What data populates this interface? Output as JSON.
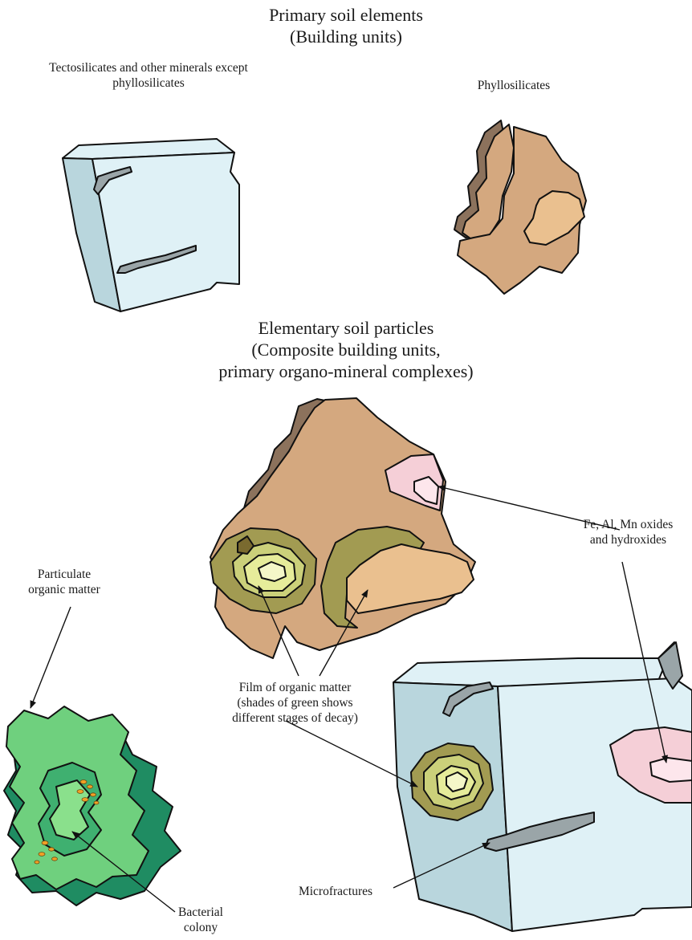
{
  "headings": {
    "primary_title": "Primary soil elements",
    "primary_subtitle": "(Building units)",
    "elementary_title": "Elementary soil particles",
    "elementary_sub1": "(Composite building units,",
    "elementary_sub2": "primary organo-mineral complexes)"
  },
  "labels": {
    "tecto_line1": "Tectosilicates and other minerals except",
    "tecto_line2": "phyllosilicates",
    "phyllo": "Phyllosilicates",
    "oxides_line1": "Fe, Al, Mn oxides",
    "oxides_line2": "and hydroxides",
    "pom_line1": "Particulate",
    "pom_line2": "organic matter",
    "film_line1": "Film of organic matter",
    "film_line2": "(shades of green shows",
    "film_line3": "different stages of decay)",
    "microfractures": "Microfractures",
    "bacterial_line1": "Bacterial",
    "bacterial_line2": "colony"
  },
  "colors": {
    "mineral_face_light": "#dff1f6",
    "mineral_face_dark": "#b9d6dd",
    "phyllo_light": "#eac08f",
    "phyllo_mid": "#d4a87f",
    "phyllo_dark": "#8c725c",
    "oxide_pink": "#f5cfd7",
    "organic_olive": "#a29b52",
    "organic_yellow": "#e6ec9a",
    "pom_light_green": "#6fd07e",
    "pom_dark_green": "#1f8c62",
    "bacteria_orange": "#f2a026",
    "fracture_grey": "#9aa5a8"
  }
}
